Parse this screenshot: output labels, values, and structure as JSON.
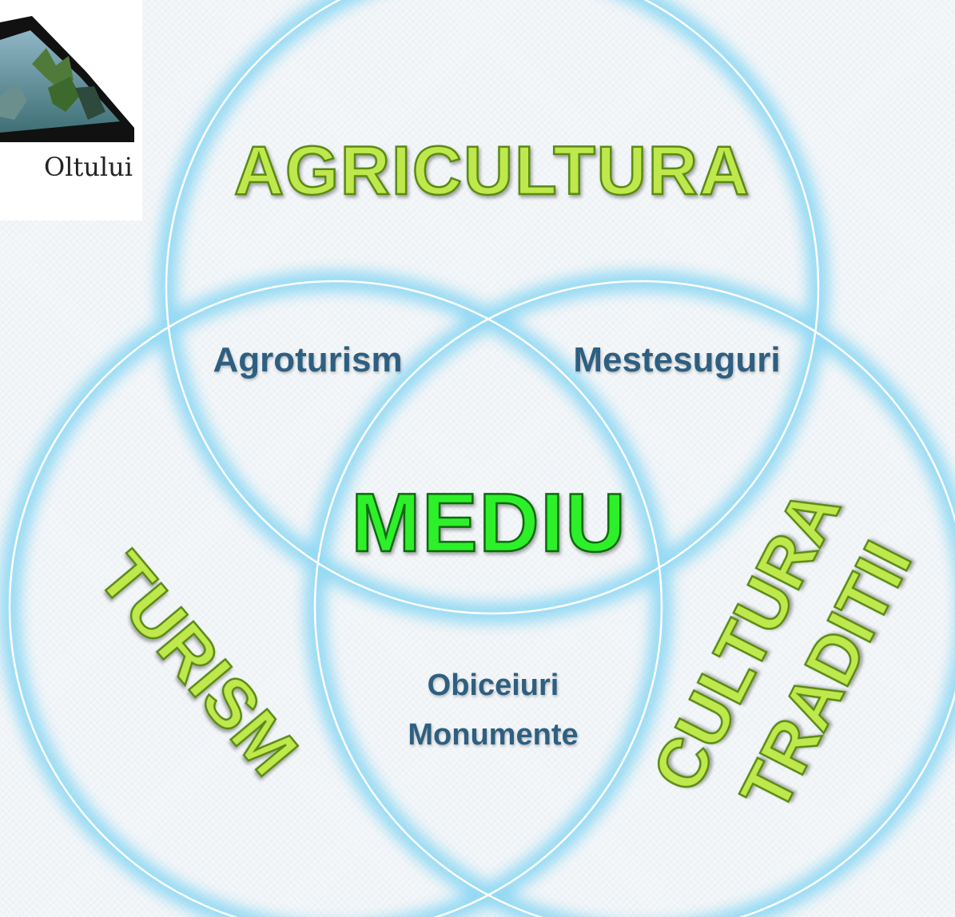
{
  "logo": {
    "caption": "Oltului"
  },
  "diagram": {
    "sets": {
      "top": "AGRICULTURA",
      "left": "TURISM",
      "right_line1": "CULTURA",
      "right_line2": "TRADITII"
    },
    "overlaps": {
      "top_left": "Agroturism",
      "top_right": "Mestesuguri",
      "left_right_line1": "Obiceiuri",
      "left_right_line2": "Monumente"
    },
    "center": "MEDIU"
  },
  "colors": {
    "circle_glow": "#8ed8f4",
    "circle_line": "#ffffff",
    "set_label_fill": "#bfe84e",
    "set_label_stroke": "#5a8a12",
    "center_fill": "#2ef02a",
    "center_stroke": "#0e6a10",
    "overlap_text": "#2f5f80"
  }
}
